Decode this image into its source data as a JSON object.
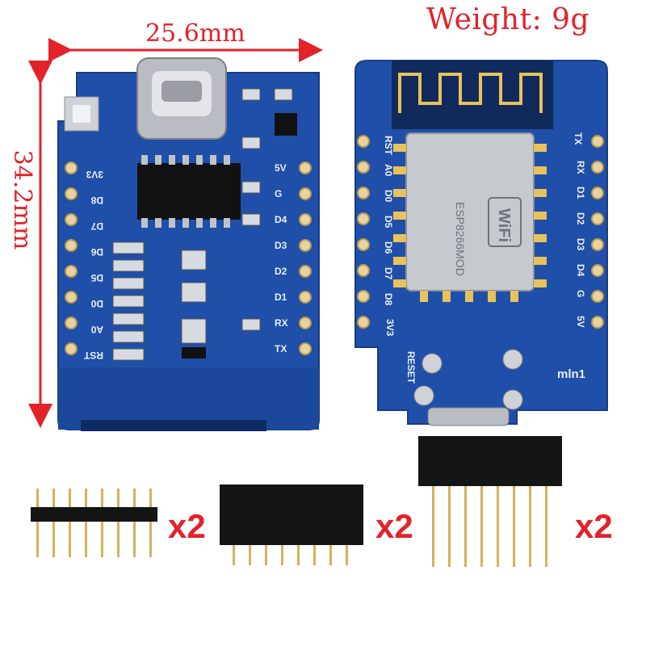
{
  "weight_label": "Weight: 9g",
  "width_label": "25.6mm",
  "height_label": "34.2mm",
  "qty_labels": [
    "x2",
    "x2",
    "x2"
  ],
  "back_board": {
    "left_pins": [
      "3V3",
      "D8",
      "D7",
      "D6",
      "D5",
      "D0",
      "A0",
      "RST"
    ],
    "right_pins": [
      "5V",
      "G",
      "D4",
      "D3",
      "D2",
      "D1",
      "RX",
      "TX"
    ]
  },
  "front_board": {
    "left_pins": [
      "RST",
      "A0",
      "D0",
      "D5",
      "D6",
      "D7",
      "D8",
      "3V3"
    ],
    "right_pins": [
      "TX",
      "RX",
      "D1",
      "D2",
      "D3",
      "D4",
      "G",
      "5V"
    ],
    "reset_label": "RESET",
    "brand_label": "mln1",
    "module_text": [
      "ESP8266MOD",
      "WiFi"
    ]
  },
  "colors": {
    "board_blue": "#1f4fa8",
    "annotation_red": "#e3222a",
    "header_black": "#151515",
    "pin_gold": "#c9a23a"
  }
}
